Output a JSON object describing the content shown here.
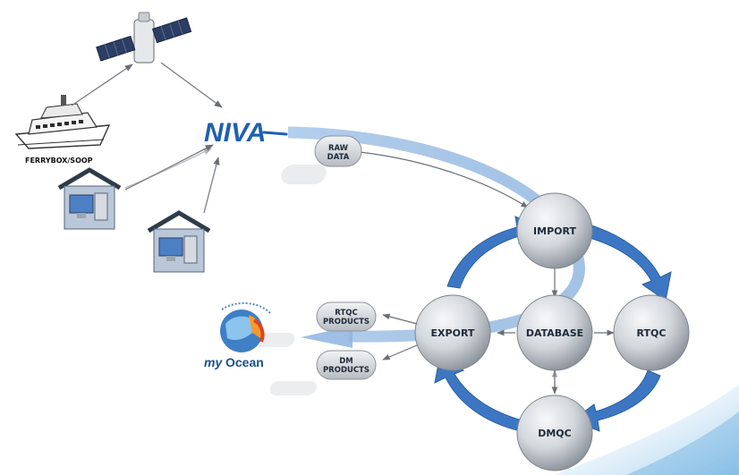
{
  "sources": {
    "ship_caption": "FERRYBOX/SOOP"
  },
  "hub": {
    "logo_text": "NIVA"
  },
  "files": {
    "raw_data": "RAW DATA",
    "rtqc_products": "RTQC PRODUCTS",
    "dm_products": "DM PRODUCTS"
  },
  "nodes": {
    "import": "IMPORT",
    "rtqc": "RTQC",
    "dmqc": "DMQC",
    "export": "EXPORT",
    "database": "DATABASE"
  },
  "destination": {
    "logo_prefix": "my",
    "logo_text": "Ocean"
  },
  "colors": {
    "cycle_arrow": "#3d77c4",
    "flow_arrow": "#8fb4e0",
    "niva_blue": "#1f5fb0",
    "node_fill": "#d5d9de"
  }
}
